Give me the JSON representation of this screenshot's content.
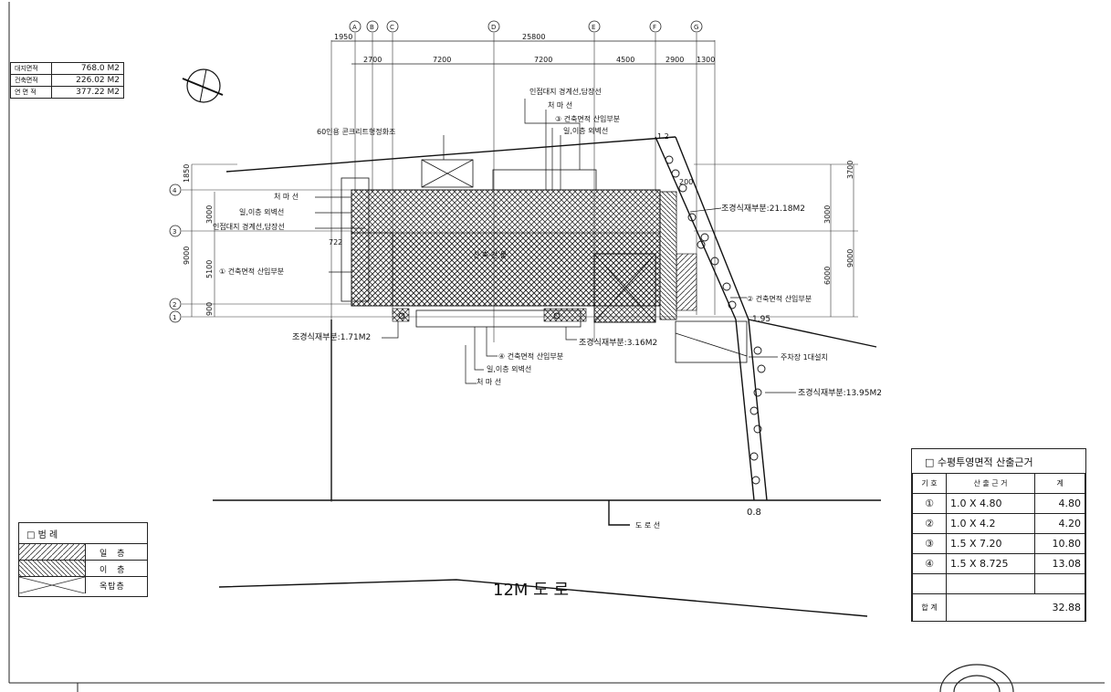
{
  "area_table": {
    "rows": [
      {
        "label": "대지면적",
        "value": "768.0  M2"
      },
      {
        "label": "건축면적",
        "value": "226.02 M2"
      },
      {
        "label": "연 면 적",
        "value": "377.22 M2"
      }
    ]
  },
  "grid": {
    "columns": [
      "A",
      "B",
      "C",
      "D",
      "E",
      "F",
      "G"
    ],
    "rows": [
      "4",
      "3",
      "2",
      "1"
    ],
    "top_total": "25800",
    "top_dims": [
      "1950",
      "2700",
      "7200",
      "7200",
      "4500",
      "2900",
      "1300"
    ],
    "left_dims": [
      "1850",
      "3000",
      "5100",
      "900"
    ],
    "left_total": "9000",
    "right_dims": [
      "3700",
      "3000",
      "6000"
    ],
    "right_total": "9000"
  },
  "labels": {
    "adjacent_boundary_top": "인접대지 경계선,담장선",
    "eave_line_top": "처 마 선",
    "callout_3": "③ 건축면적 산입부분",
    "outer_wall_top": "일,이층 외벽선",
    "septic_tank": "60인용 콘크리트형정화조",
    "eave_line_left": "처 마 선",
    "outer_wall_left": "일,이층 외벽선",
    "adjacent_boundary_left": "인접대지 경계선,담장선",
    "callout_1": "① 건축면적 산입부분",
    "building": "신 축 건 물",
    "landscape_right": "조경식재부분:21.18M2",
    "callout_2": "② 건축면적 산입부분",
    "landscape_left": "조경식재부분:1.71M2",
    "landscape_mid": "조경식재부분:3.16M2",
    "callout_4": "④ 건축면적 산입부분",
    "outer_wall_bottom": "일,이층 외벽선",
    "eave_line_bottom": "처 마 선",
    "parking": "주차장 1대설치",
    "landscape_bottom": "조경식재부분:13.95M2",
    "road_line": "도 로 선",
    "road": "12M 도  로",
    "dim_12": "1.2",
    "dim_20": "200",
    "dim_722": "722",
    "dim_195": "1.95",
    "dim_08": "0.8"
  },
  "legend": {
    "title": "□ 범 례",
    "items": [
      "일  층",
      "이  층",
      "옥탑층"
    ]
  },
  "calc_table": {
    "title": "□ 수평투영면적 산출근거",
    "headers": [
      "기  호",
      "산 출 근 거",
      "계"
    ],
    "rows": [
      {
        "sym": "①",
        "formula": "1.0 X 4.80",
        "total": "4.80"
      },
      {
        "sym": "②",
        "formula": "1.0 X 4.2",
        "total": "4.20"
      },
      {
        "sym": "③",
        "formula": "1.5 X 7.20",
        "total": "10.80"
      },
      {
        "sym": "④",
        "formula": "1.5 X 8.725",
        "total": "13.08"
      }
    ],
    "sum_label": "합  계",
    "sum_value": "32.88"
  }
}
